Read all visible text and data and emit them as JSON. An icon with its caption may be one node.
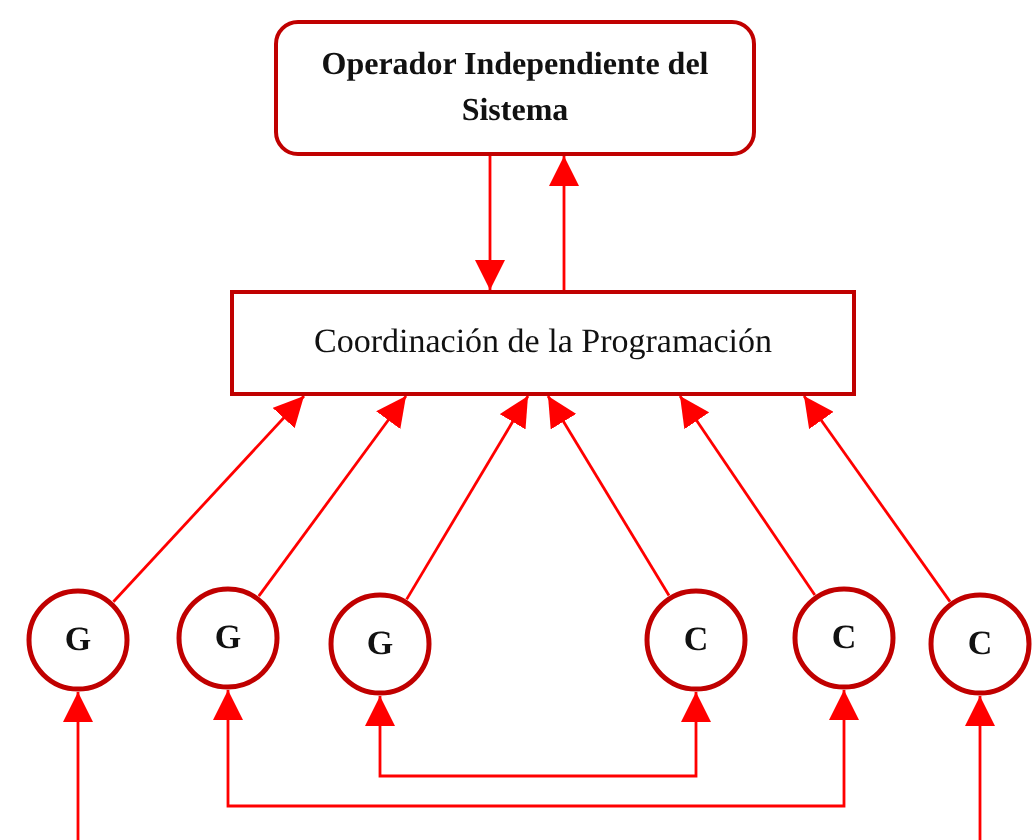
{
  "diagram": {
    "nodes": [
      {
        "text": [
          "Operador Independiente del Sistema"
        ]
      },
      {
        "text": [
          "Coordinación de la Programación"
        ]
      },
      {
        "text": [
          "G"
        ]
      },
      {
        "text": [
          "G"
        ]
      },
      {
        "text": [
          "G"
        ]
      },
      {
        "text": [
          "C"
        ]
      },
      {
        "text": [
          "C"
        ]
      },
      {
        "text": [
          "C"
        ]
      }
    ],
    "edges": [
      {
        "from": 0,
        "to": 1,
        "arrow": "to"
      },
      {
        "from": 1,
        "to": 0,
        "arrow": "to"
      },
      {
        "from": 2,
        "to": 1,
        "arrow": "to"
      },
      {
        "from": 3,
        "to": 1,
        "arrow": "to"
      },
      {
        "from": 4,
        "to": 1,
        "arrow": "to"
      },
      {
        "from": 5,
        "to": 1,
        "arrow": "to"
      },
      {
        "from": 6,
        "to": 1,
        "arrow": "to"
      },
      {
        "from": 7,
        "to": 1,
        "arrow": "to"
      },
      {
        "from": null,
        "to": 2,
        "arrow": "to"
      },
      {
        "from": 4,
        "to": 5,
        "arrow": "both"
      },
      {
        "from": 3,
        "to": 6,
        "arrow": "both"
      },
      {
        "from": null,
        "to": 7,
        "arrow": "to"
      }
    ]
  }
}
